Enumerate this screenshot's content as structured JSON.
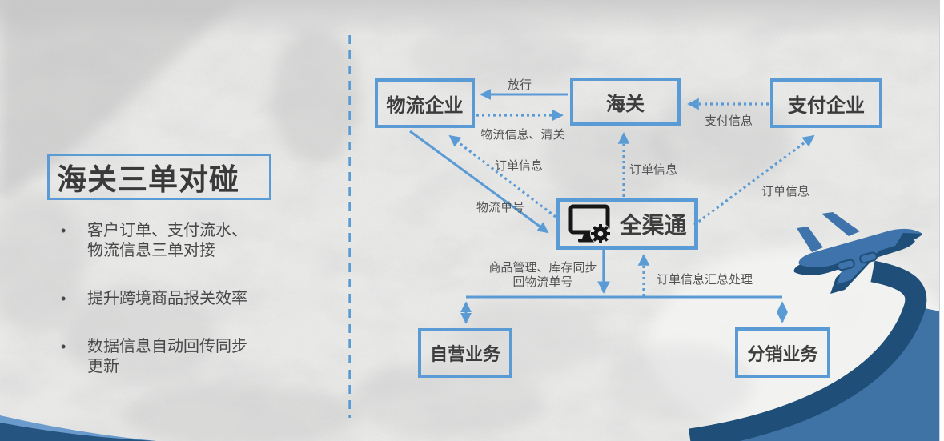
{
  "left_panel": {
    "title": "海关三单对碰",
    "bullet_char": "•",
    "bullets": [
      "客户订单、支付流水、物流信息三单对接",
      "提升跨境商品报关效率",
      "数据信息自动回传同步更新"
    ]
  },
  "diagram": {
    "nodes": {
      "logistics": "物流企业",
      "customs": "海关",
      "payment": "支付企业",
      "platform": "全渠通",
      "self_run": "自营业务",
      "distribution": "分销业务"
    },
    "edge_labels": {
      "release": "放行",
      "logistics_clearance": "物流信息、清关",
      "payment_info": "支付信息",
      "order_info_customs": "订单信息",
      "order_info_logistics": "订单信息",
      "order_info_payment": "订单信息",
      "logistics_no": "物流单号",
      "goods_mgmt_line1": "商品管理、库存同步",
      "goods_mgmt_line2": "回物流单号",
      "order_aggregation": "订单信息汇总处理"
    },
    "edges": [
      {
        "from": "海关",
        "to": "物流企业",
        "label": "放行",
        "style": "solid"
      },
      {
        "from": "物流企业",
        "to": "海关",
        "label": "物流信息、清关",
        "style": "dotted"
      },
      {
        "from": "支付企业",
        "to": "海关",
        "label": "支付信息",
        "style": "dotted"
      },
      {
        "from": "全渠通",
        "to": "海关",
        "label": "订单信息",
        "style": "dotted"
      },
      {
        "from": "全渠通",
        "to": "物流企业",
        "label": "订单信息",
        "style": "dotted"
      },
      {
        "from": "物流企业",
        "to": "全渠通",
        "label": "物流单号",
        "style": "solid"
      },
      {
        "from": "全渠通",
        "to": "支付企业",
        "label": "订单信息",
        "style": "dotted"
      },
      {
        "from": "全渠通",
        "to": "自营业务、分销业务",
        "label": "商品管理、库存同步 回物流单号",
        "style": "solid"
      },
      {
        "from": "自营业务、分销业务",
        "to": "全渠通",
        "label": "订单信息汇总处理",
        "style": "dotted"
      }
    ],
    "icons": {
      "platform": "monitor-gear-icon",
      "decoration": "airplane-icon"
    }
  },
  "colors": {
    "accent_blue": "#5B9BD5",
    "dark_blue": "#1F4E79",
    "corner_blue": "#3F73A6",
    "plane_blue": "#3E74AB",
    "text_dark": "#3D3D3D",
    "label_gray": "#525252",
    "background": "#E9E9E8"
  }
}
